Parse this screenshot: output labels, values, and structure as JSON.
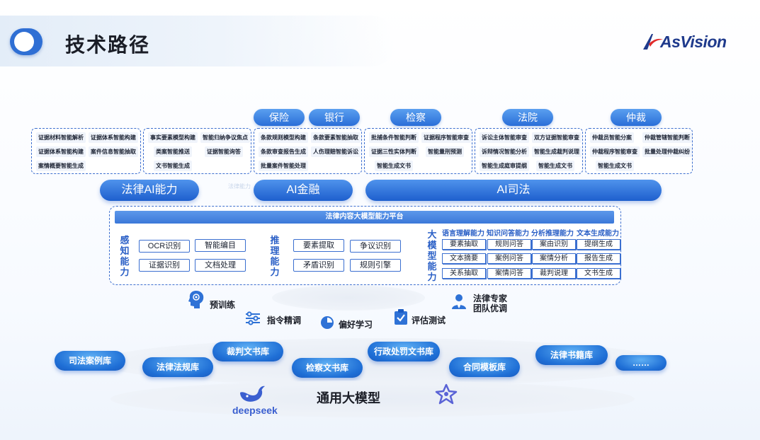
{
  "header": {
    "title": "技术路径",
    "logo_text": "AsVision"
  },
  "industries": [
    {
      "label": "保险"
    },
    {
      "label": "银行"
    },
    {
      "label": "检察"
    },
    {
      "label": "法院"
    },
    {
      "label": "仲裁"
    }
  ],
  "capability_boxes": [
    {
      "chips": [
        "证据材料智能解析",
        "证据体系智能构建",
        "证据体系智能构建",
        "案件信息智能抽取",
        "案情概要智能生成"
      ]
    },
    {
      "chips": [
        "事实要素模型构建",
        "智能归纳争议焦点",
        "类案智能推送",
        "证据智能询答",
        "文书智能生成"
      ]
    },
    {
      "chips": [
        "条款规则模型构建",
        "条款要素智能抽取",
        "条款审查报告生成",
        "人伤理赔智能诉讼",
        "批量案件智能处理"
      ]
    },
    {
      "chips": [
        "批捕条件智能判断",
        "证据程序智能审查",
        "证据三性实体判断",
        "智能量刑预测",
        "智能生成文书"
      ]
    },
    {
      "chips": [
        "诉讼主体智能审查",
        "双方证据智能审查",
        "诉辩情况智能分析",
        "智能生成裁判说理",
        "智能生成庭审提纲",
        "智能生成文书"
      ]
    },
    {
      "chips": [
        "仲裁员智能分案",
        "仲裁管辖智能判断",
        "仲裁程序智能审查",
        "批量处理仲裁纠纷",
        "智能生成文书"
      ]
    }
  ],
  "sections": {
    "legal_ai": "法律AI能力",
    "ai_finance": "AI金融",
    "ai_judicial": "AI司法",
    "faint_label": "法律能力"
  },
  "platform": {
    "title": "法律内容大模型能力平台",
    "perception": {
      "label": "感知能力",
      "chips": [
        "OCR识别",
        "智能编目",
        "证据识别",
        "文档处理"
      ]
    },
    "reasoning": {
      "label": "推理能力",
      "chips": [
        "要素提取",
        "争议识别",
        "矛盾识别",
        "规则引擎"
      ]
    },
    "model": {
      "label": "大模型能力",
      "headers": [
        "语言理解能力",
        "知识问答能力",
        "分析推理能力",
        "文本生成能力"
      ],
      "rows": [
        [
          "要素抽取",
          "规则问答",
          "案由识别",
          "提纲生成"
        ],
        [
          "文本摘要",
          "案例问答",
          "案情分析",
          "报告生成"
        ],
        [
          "关系抽取",
          "案情问答",
          "裁判说理",
          "文书生成"
        ]
      ]
    }
  },
  "training": {
    "pretrain": "预训练",
    "expert": "法律专家团队优调",
    "instruction": "指令精调",
    "preference": "偏好学习",
    "evaluation": "评估测试"
  },
  "databases": [
    {
      "label": "司法案例库"
    },
    {
      "label": "法律法规库"
    },
    {
      "label": "裁判文书库"
    },
    {
      "label": "检察文书库"
    },
    {
      "label": "行政处罚文书库"
    },
    {
      "label": "合同模板库"
    },
    {
      "label": "法律书籍库"
    },
    {
      "label": "……"
    }
  ],
  "base_model": {
    "title": "通用大模型",
    "deepseek": "deepseek"
  },
  "colors": {
    "primary": "#2a6ed8",
    "dashed_border": "#3d6fcf",
    "dark_blue": "#1f3a8c",
    "logo_red": "#e02a2a"
  },
  "icons": [
    "toggle-icon",
    "whale-icon",
    "star-logo-icon",
    "brain-icon",
    "sliders-icon",
    "chart-icon",
    "clipboard-check-icon",
    "expert-icon"
  ]
}
